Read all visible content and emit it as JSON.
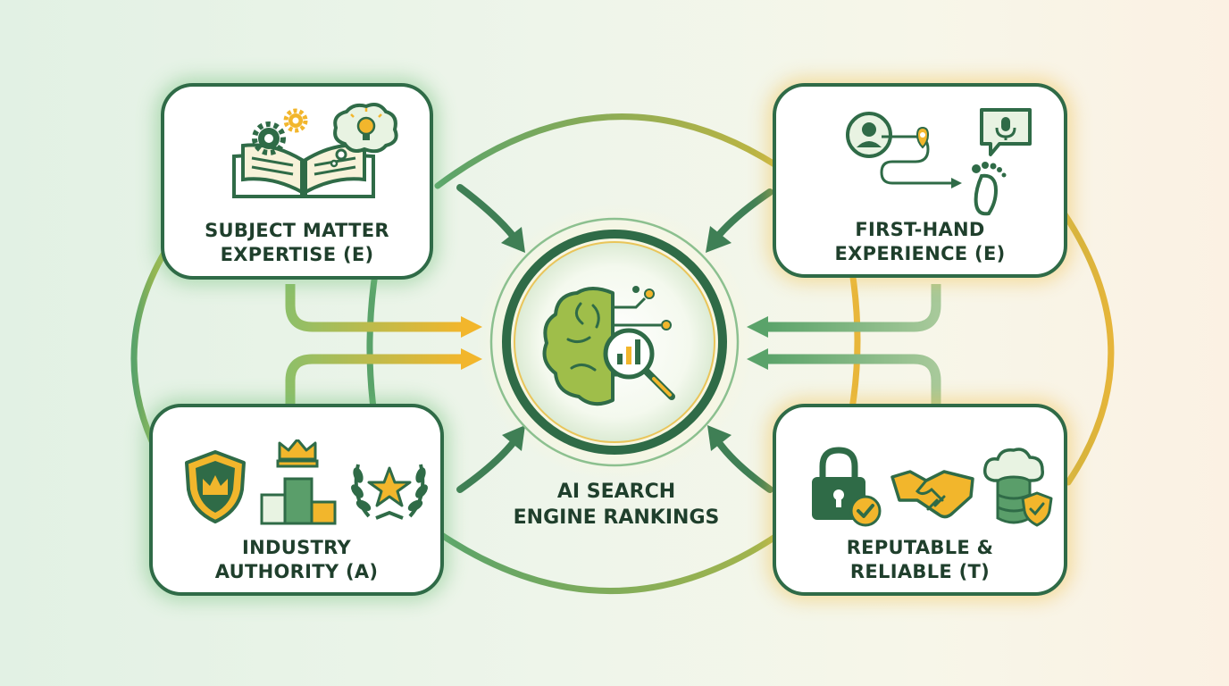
{
  "center": {
    "label_line1": "AI SEARCH",
    "label_line2": "ENGINE RANKINGS",
    "icon": "ai-brain-magnifier-icon"
  },
  "cards": {
    "expertise": {
      "line1": "SUBJECT MATTER",
      "line2": "EXPERTISE (E)",
      "icons": [
        "open-book-icon",
        "gears-icon",
        "lightbulb-thought-icon"
      ]
    },
    "experience": {
      "line1": "FIRST-HAND",
      "line2": "EXPERIENCE (E)",
      "icons": [
        "user-profile-icon",
        "journey-path-icon",
        "microphone-chat-icon",
        "footprint-icon"
      ]
    },
    "authority": {
      "line1": "INDUSTRY",
      "line2": "AUTHORITY (A)",
      "icons": [
        "shield-crown-icon",
        "podium-crown-icon",
        "laurel-star-icon"
      ]
    },
    "trust": {
      "line1": "REPUTABLE &",
      "line2": "RELIABLE (T)",
      "icons": [
        "padlock-check-icon",
        "handshake-icon",
        "cloud-database-shield-icon"
      ]
    }
  },
  "colors": {
    "dark_green": "#2f6b47",
    "mid_green": "#5a9e6a",
    "light_green": "#8cc08f",
    "gold": "#f2b62c",
    "olive": "#b5b54a",
    "text": "#1f3f2c"
  }
}
